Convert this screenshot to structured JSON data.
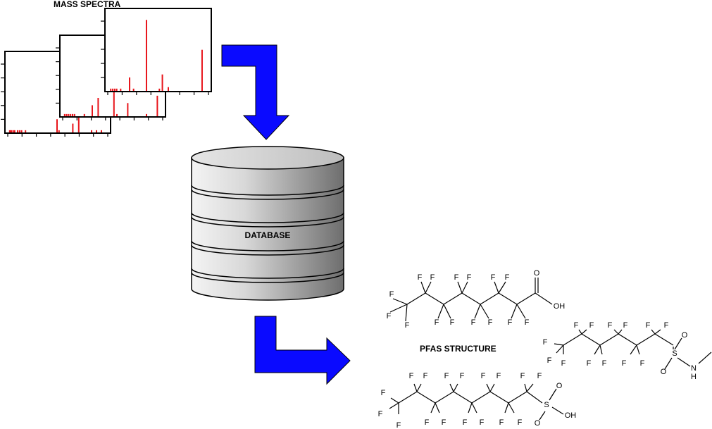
{
  "labels": {
    "mass_spectra": "MASS SPECTRA",
    "database": "DATABASE",
    "pfas_structure": "PFAS STRUCTURE"
  },
  "colors": {
    "arrow": "#0a0aff",
    "peak": "#e8151b",
    "cylinder_light": "#f4f4f4",
    "cylinder_dark": "#6e6e6e"
  },
  "spectra": [
    {
      "peaks": [
        0.02,
        0.03,
        0.04,
        0.06,
        0.07,
        0.1,
        0.12,
        0.14,
        0.18,
        0.5,
        0.52,
        0.66,
        0.72,
        0.85,
        0.9,
        0.95
      ],
      "heights": [
        0.03,
        0.03,
        0.03,
        0.03,
        0.03,
        0.03,
        0.03,
        0.03,
        0.03,
        0.18,
        0.03,
        0.12,
        0.88,
        0.03,
        0.03,
        0.03
      ]
    },
    {
      "peaks": [
        0.02,
        0.04,
        0.06,
        0.08,
        0.1,
        0.12,
        0.22,
        0.3,
        0.36,
        0.52,
        0.55,
        0.66,
        0.85,
        0.96
      ],
      "heights": [
        0.03,
        0.03,
        0.03,
        0.03,
        0.03,
        0.03,
        0.03,
        0.15,
        0.25,
        0.95,
        0.03,
        0.18,
        0.03,
        0.28
      ]
    },
    {
      "peaks": [
        0.03,
        0.05,
        0.07,
        0.09,
        0.13,
        0.22,
        0.26,
        0.39,
        0.52,
        0.55,
        0.61,
        0.95
      ],
      "heights": [
        0.03,
        0.03,
        0.03,
        0.03,
        0.03,
        0.18,
        0.03,
        0.95,
        0.03,
        0.22,
        0.05,
        0.55
      ]
    }
  ],
  "atoms": {
    "F": "F",
    "O": "O",
    "OH": "OH",
    "S": "S",
    "N": "N",
    "H": "H"
  }
}
